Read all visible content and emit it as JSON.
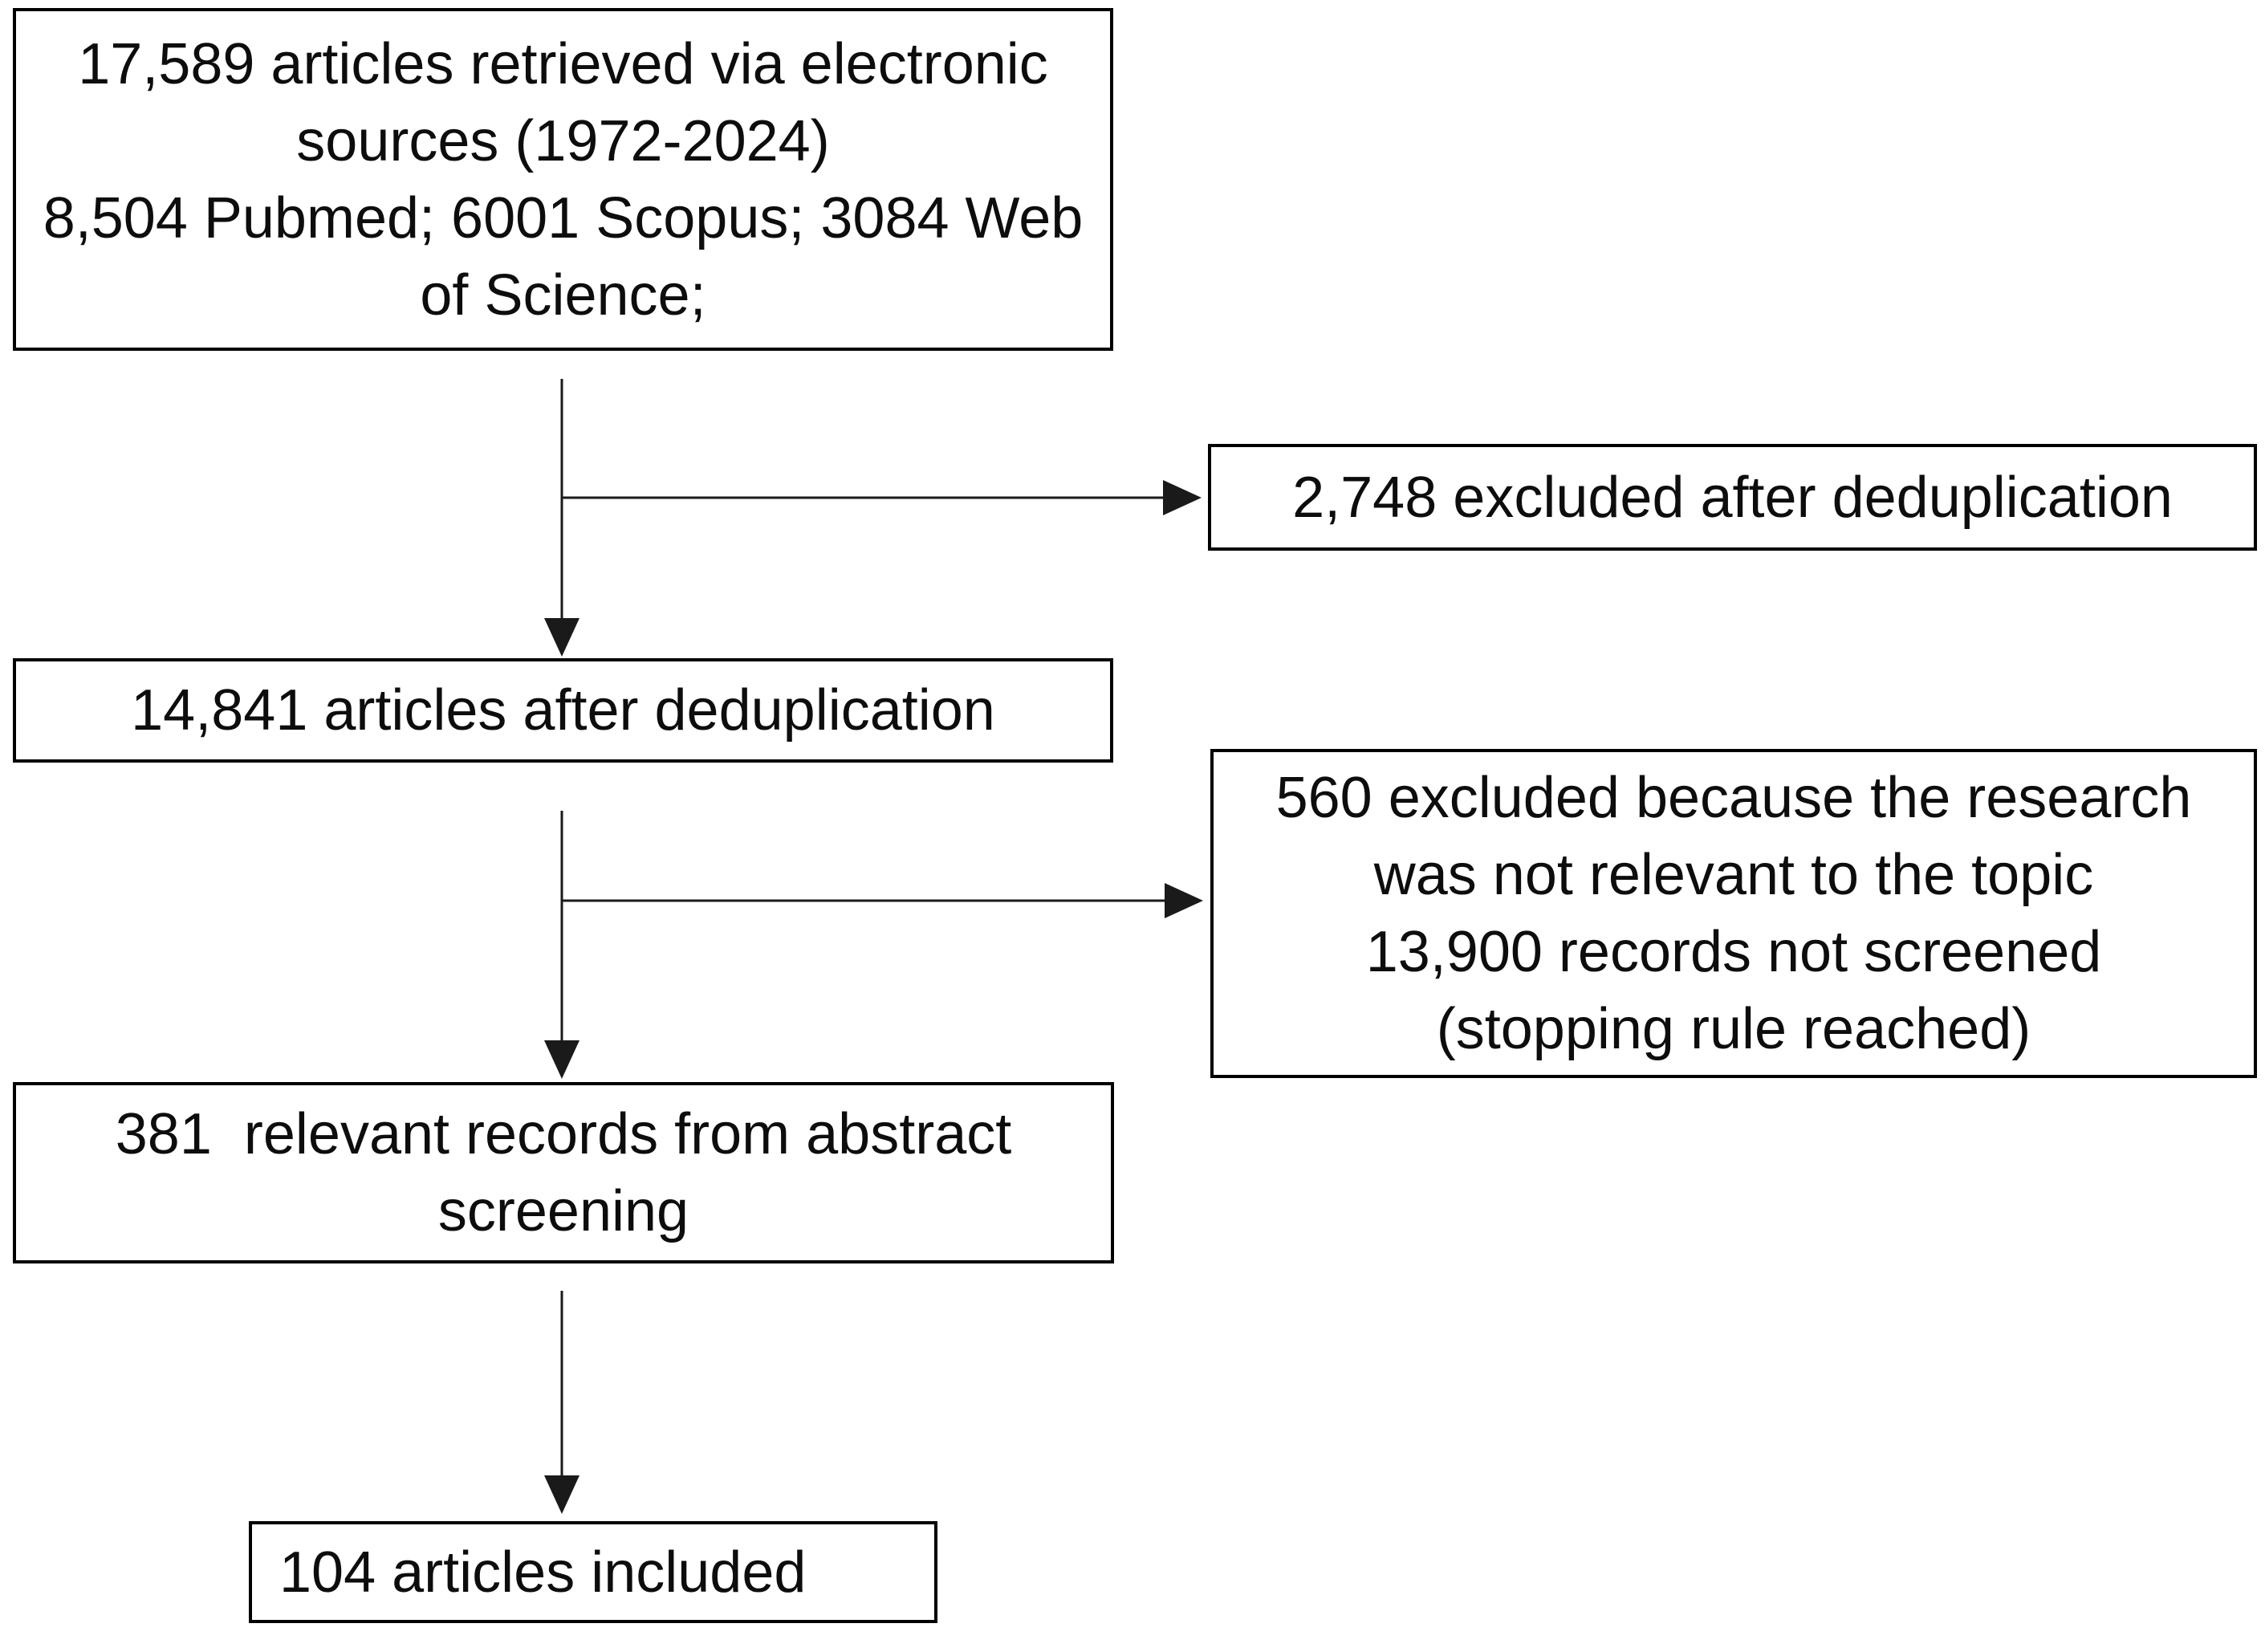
{
  "diagram": {
    "type": "flowchart",
    "boxes": {
      "retrieved": {
        "lines": [
          "17,589 articles retrieved via electronic",
          "sources (1972-2024)",
          "8,504 Pubmed; 6001 Scopus; 3084 Web",
          "of Science;"
        ]
      },
      "excluded_dedup": {
        "lines": [
          "2,748 excluded after deduplication"
        ]
      },
      "after_dedup": {
        "lines": [
          "14,841 articles after deduplication"
        ]
      },
      "excluded_relevance": {
        "lines": [
          "560 excluded because the research",
          "was not relevant to the topic",
          "13,900 records not screened",
          "(stopping rule reached)"
        ]
      },
      "abstract_screening": {
        "lines": [
          "381  relevant records from abstract",
          "screening"
        ]
      },
      "included": {
        "lines": [
          "104 articles included"
        ]
      }
    },
    "flow": [
      {
        "from": "retrieved",
        "to": "excluded_dedup"
      },
      {
        "from": "retrieved",
        "to": "after_dedup"
      },
      {
        "from": "after_dedup",
        "to": "excluded_relevance"
      },
      {
        "from": "after_dedup",
        "to": "abstract_screening"
      },
      {
        "from": "abstract_screening",
        "to": "included"
      }
    ],
    "colors": {
      "box_border": "#000000",
      "text": "#0d0d0d",
      "arrow": "#1a1a1a",
      "background": "#ffffff"
    }
  }
}
